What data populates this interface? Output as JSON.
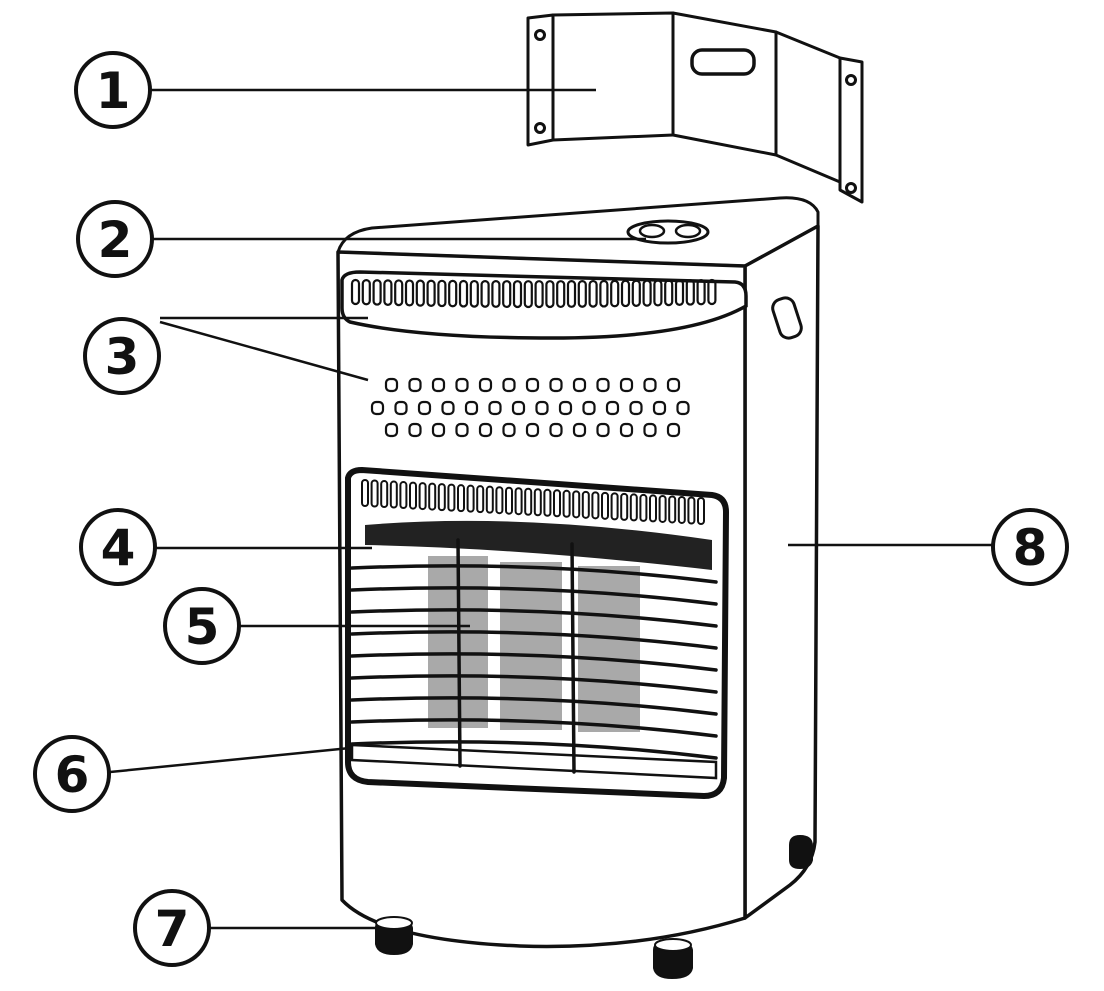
{
  "callouts": [
    {
      "label": "1"
    },
    {
      "label": "2"
    },
    {
      "label": "3"
    },
    {
      "label": "4"
    },
    {
      "label": "5"
    },
    {
      "label": "6"
    },
    {
      "label": "7"
    },
    {
      "label": "8"
    }
  ],
  "colors": {
    "ink": "#111111",
    "panel_gray": "#a9a9a9",
    "background": "#ffffff"
  }
}
